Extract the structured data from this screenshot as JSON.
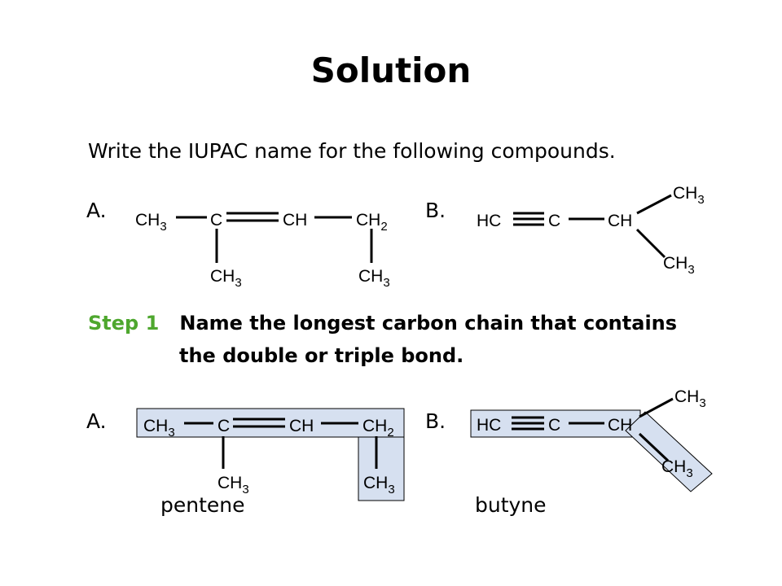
{
  "slide": {
    "title": "Solution",
    "question": "Write the IUPAC name for the following compounds.",
    "label_a": "A.",
    "label_b": "B.",
    "step": {
      "prefix": "Step 1",
      "line1": "Name the longest carbon chain that contains",
      "line2": "the double or triple bond."
    },
    "answer_a": "pentene",
    "answer_b": "butyne"
  },
  "atoms": {
    "ch": "CH",
    "c": "C",
    "hc": "HC",
    "sub2": "2",
    "sub3": "3"
  },
  "colors": {
    "step_green": "#4ea72e",
    "highlight_fill": "#d6e0f0"
  }
}
